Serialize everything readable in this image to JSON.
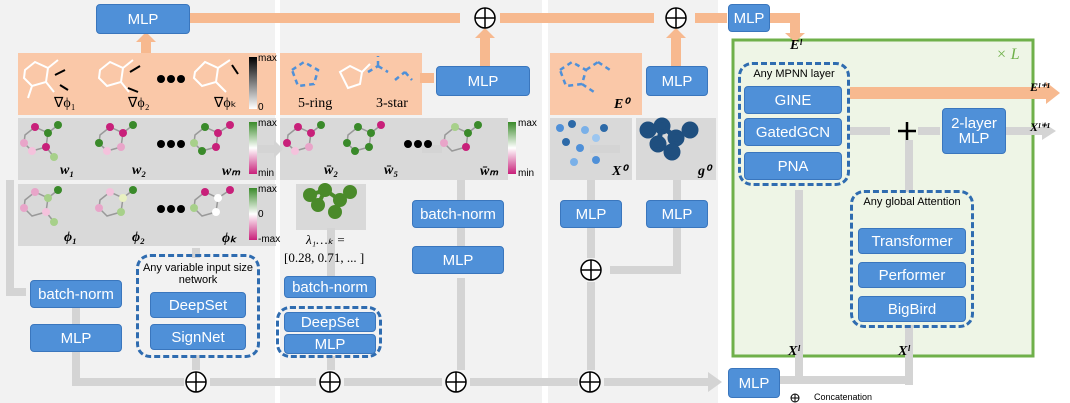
{
  "mlp_top": "MLP",
  "mlp_mid": "MLP",
  "mlp_e0": "MLP",
  "mlp_right": "MLP",
  "nabla_labels": [
    "∇ϕ₁",
    "∇ϕ₂",
    "∇ϕₖ"
  ],
  "ring_label": "5-ring",
  "star_label": "3-star",
  "e0_label": "E⁰",
  "el_label": "Eˡ",
  "times_l": "× L",
  "w_labels": [
    "w₁",
    "w₂",
    "wₘ"
  ],
  "wbar_labels": [
    "w̄₂",
    "w̄₅",
    "w̄ₘ"
  ],
  "x0_label": "X⁰",
  "g0_label": "g⁰",
  "phi_labels": [
    "ϕ₁",
    "ϕ₂",
    "ϕₖ"
  ],
  "colorbar1": {
    "max": "max",
    "zero": "0"
  },
  "colorbar2": {
    "max": "max",
    "min": "min"
  },
  "colorbar3": {
    "max": "max",
    "min": "min"
  },
  "colorbar4": {
    "max": "max",
    "zero": "0",
    "neg": "-max"
  },
  "lambda_label": "λ₁…ₖ =",
  "lambda_values": "[0.28, 0.71, ... ]",
  "batch_norm_left": "batch-norm",
  "batch_norm_mid": "batch-norm",
  "batch_norm_right": "batch-norm",
  "mlp_left": "MLP",
  "mlp_mid2": "MLP",
  "mlp_x0": "MLP",
  "mlp_g0": "MLP",
  "mlp_deepset2": "MLP",
  "mlp_bottom": "MLP",
  "variable_title": "Any variable input size network",
  "deepset": "DeepSet",
  "signnet": "SignNet",
  "deepset2": "DeepSet",
  "mpnn_title": "Any MPNN layer",
  "gine": "GINE",
  "gatedgcn": "GatedGCN",
  "pna": "PNA",
  "el1_label": "Eˡ⁺¹",
  "xl1_label": "Xˡ⁺¹",
  "two_layer_mlp": "2-layer MLP",
  "global_title": "Any global Attention",
  "transformer": "Transformer",
  "performer": "Performer",
  "bigbird": "BigBird",
  "xl_label_a": "Xˡ",
  "xl_label_b": "Xˡ",
  "concat_symbol": "⊕",
  "concat_label": "Concatenation",
  "colors": {
    "blue": "#4f90d8",
    "orange_band": "#fac8a8",
    "green_border": "#6fb04a",
    "green_fill": "#eef5e6",
    "gray_panel": "#d9d9d9"
  }
}
